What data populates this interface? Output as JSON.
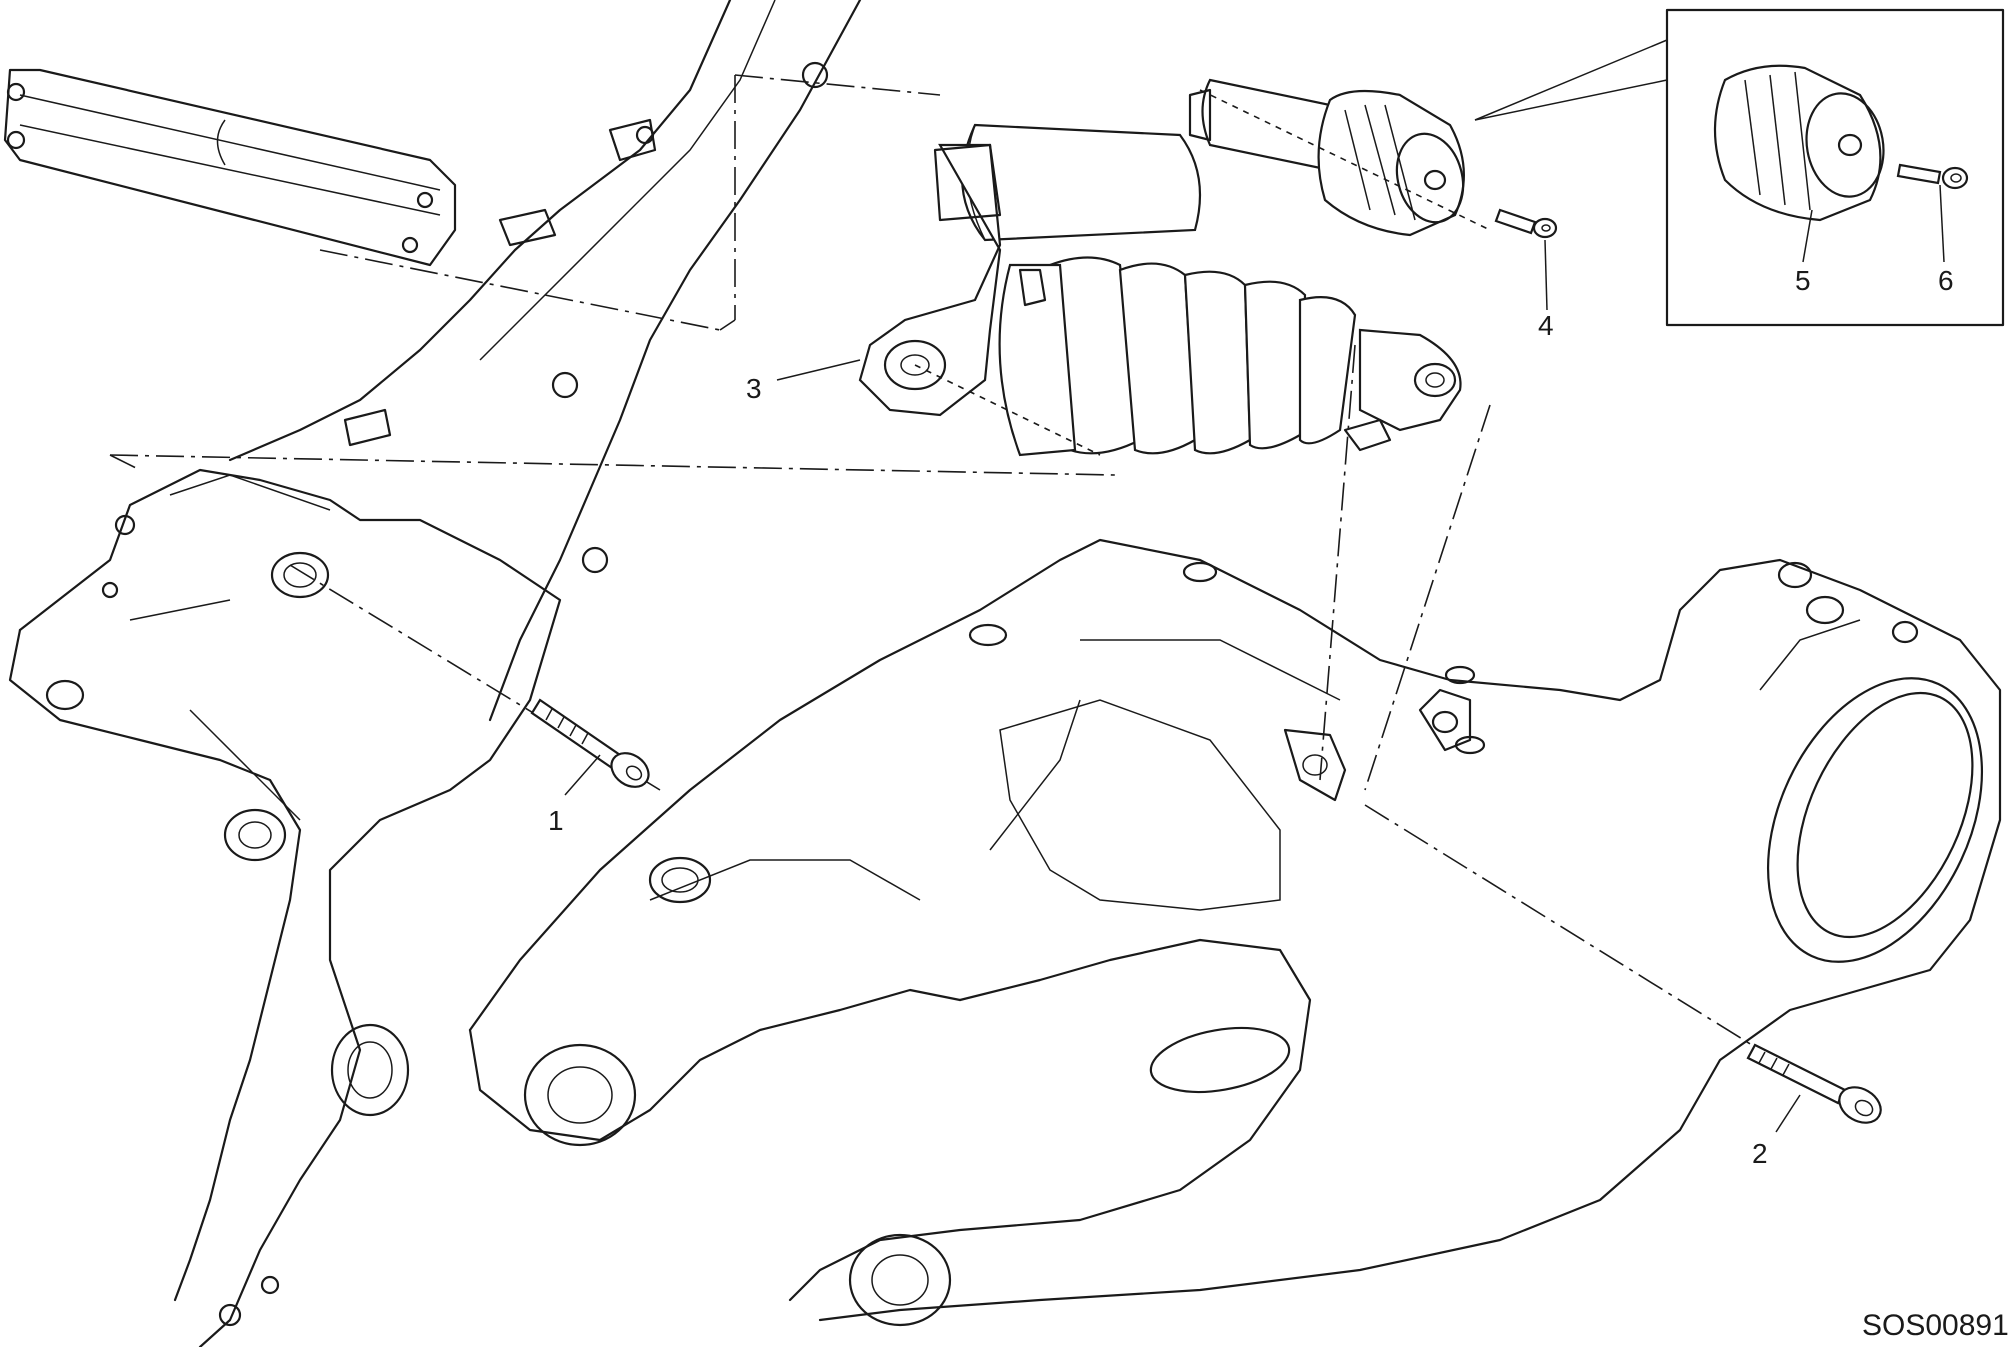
{
  "callouts": [
    {
      "id": "1",
      "label": "1"
    },
    {
      "id": "2",
      "label": "2"
    },
    {
      "id": "3",
      "label": "3"
    },
    {
      "id": "4",
      "label": "4"
    },
    {
      "id": "5",
      "label": "5"
    },
    {
      "id": "6",
      "label": "6"
    }
  ],
  "drawing_code": "SOS00891"
}
